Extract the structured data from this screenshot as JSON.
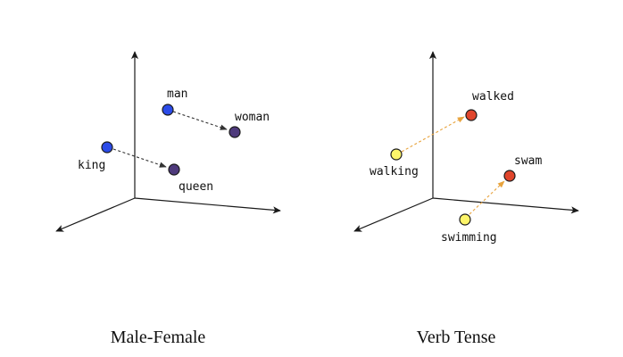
{
  "panels": [
    {
      "caption": "Male-Female",
      "words": {
        "man": "man",
        "woman": "woman",
        "king": "king",
        "queen": "queen"
      }
    },
    {
      "caption": "Verb Tense",
      "words": {
        "walking": "walking",
        "walked": "walked",
        "swimming": "swimming",
        "swam": "swam"
      }
    }
  ],
  "colors": {
    "male_point": "#2b4be8",
    "female_point": "#4e3a7c",
    "present_point": "#fdf56a",
    "past_point": "#e0452c",
    "gender_arrow": "#333333",
    "tense_arrow": "#e8a33d",
    "axis": "#1a1a1a"
  }
}
